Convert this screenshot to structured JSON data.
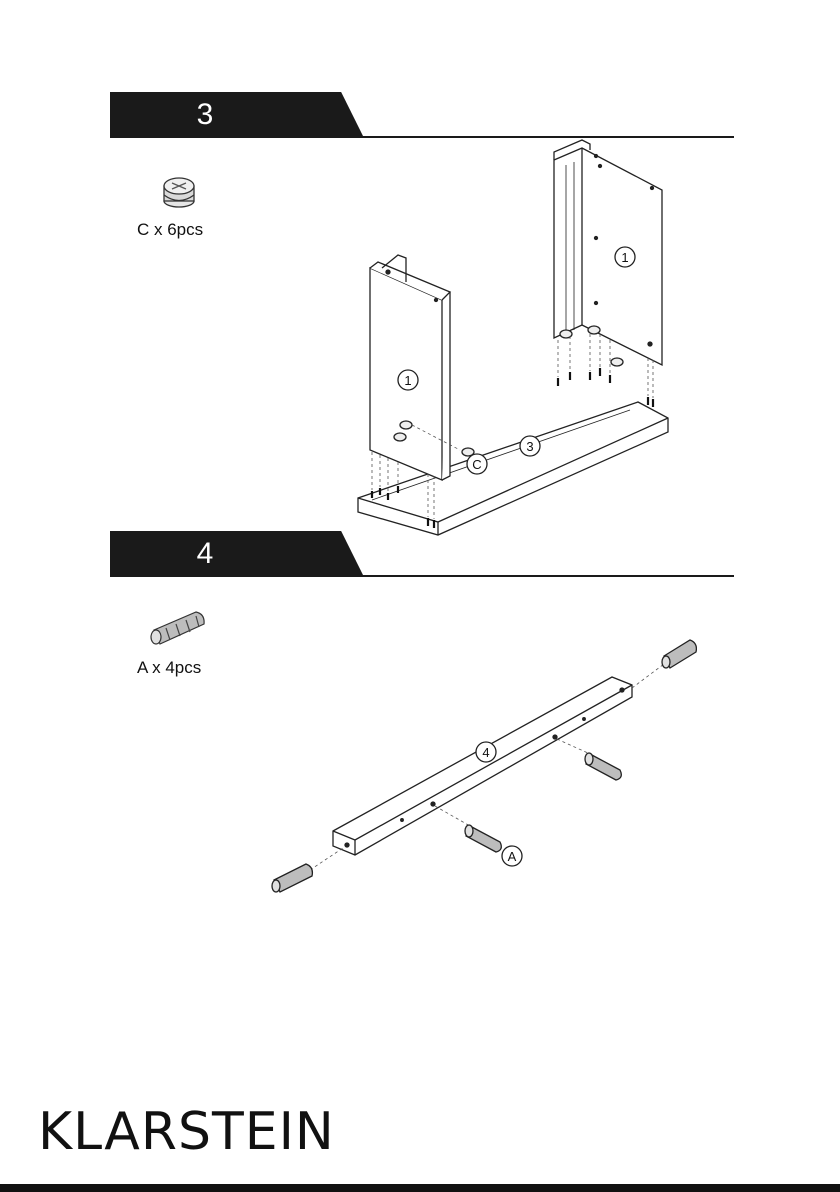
{
  "step3": {
    "number": "3",
    "part": {
      "letter": "C",
      "label": "C x 6pcs"
    },
    "callouts": {
      "panel_left": "1",
      "panel_right": "1",
      "base": "3",
      "cam": "C"
    }
  },
  "step4": {
    "number": "4",
    "part": {
      "letter": "A",
      "label": "A x 4pcs"
    },
    "callouts": {
      "beam": "4",
      "dowel": "A"
    }
  },
  "brand": "KLARSTEIN"
}
